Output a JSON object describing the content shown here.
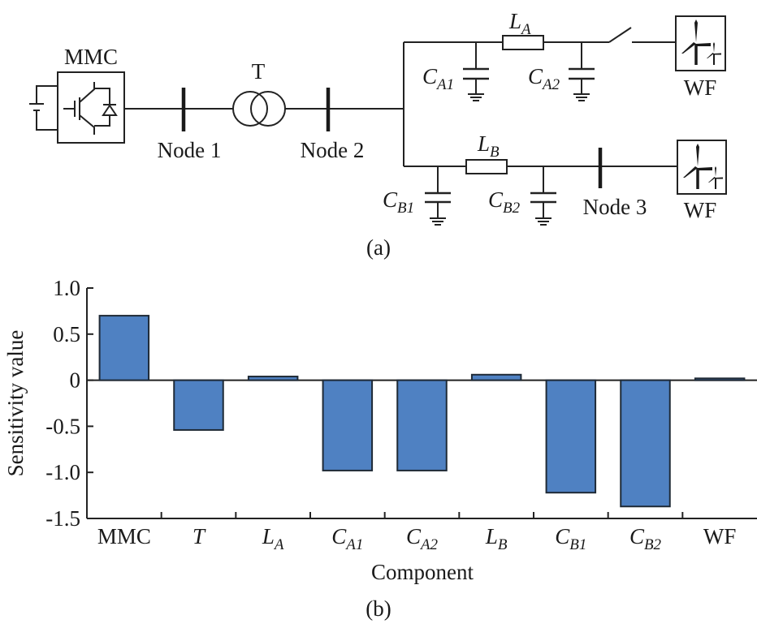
{
  "diagram": {
    "caption": "(a)",
    "mmc_label": "MMC",
    "transformer_label": "T",
    "node1_label": "Node 1",
    "node2_label": "Node 2",
    "node3_label": "Node 3",
    "la_main": "L",
    "la_sub": "A",
    "lb_main": "L",
    "lb_sub": "B",
    "ca1_main": "C",
    "ca1_sub": "A1",
    "ca2_main": "C",
    "ca2_sub": "A2",
    "cb1_main": "C",
    "cb1_sub": "B1",
    "cb2_main": "C",
    "cb2_sub": "B2",
    "wf_a_label": "WF",
    "wf_b_label": "WF",
    "switch_state": "open"
  },
  "chart_data": {
    "type": "bar",
    "caption": "(b)",
    "title": "",
    "xlabel": "Component",
    "ylabel": "Sensitivity value",
    "categories": [
      {
        "main": "MMC",
        "sub": "",
        "italic": false
      },
      {
        "main": "T",
        "sub": "",
        "italic": true
      },
      {
        "main": "L",
        "sub": "A",
        "italic": true
      },
      {
        "main": "C",
        "sub": "A1",
        "italic": true
      },
      {
        "main": "C",
        "sub": "A2",
        "italic": true
      },
      {
        "main": "L",
        "sub": "B",
        "italic": true
      },
      {
        "main": "C",
        "sub": "B1",
        "italic": true
      },
      {
        "main": "C",
        "sub": "B2",
        "italic": true
      },
      {
        "main": "WF",
        "sub": "",
        "italic": false
      }
    ],
    "values": [
      0.7,
      -0.54,
      0.04,
      -0.98,
      -0.98,
      0.06,
      -1.22,
      -1.37,
      0.02
    ],
    "ylim": [
      -1.5,
      1.0
    ],
    "yticks": [
      "1.0",
      "0.5",
      "0",
      "-0.5",
      "-1.0",
      "-1.5"
    ],
    "ytick_values": [
      1.0,
      0.5,
      0,
      -0.5,
      -1.0,
      -1.5
    ],
    "grid": false,
    "legend": "none",
    "bar_color": "#4f81c2",
    "bar_edge_color": "#1f2a36"
  }
}
